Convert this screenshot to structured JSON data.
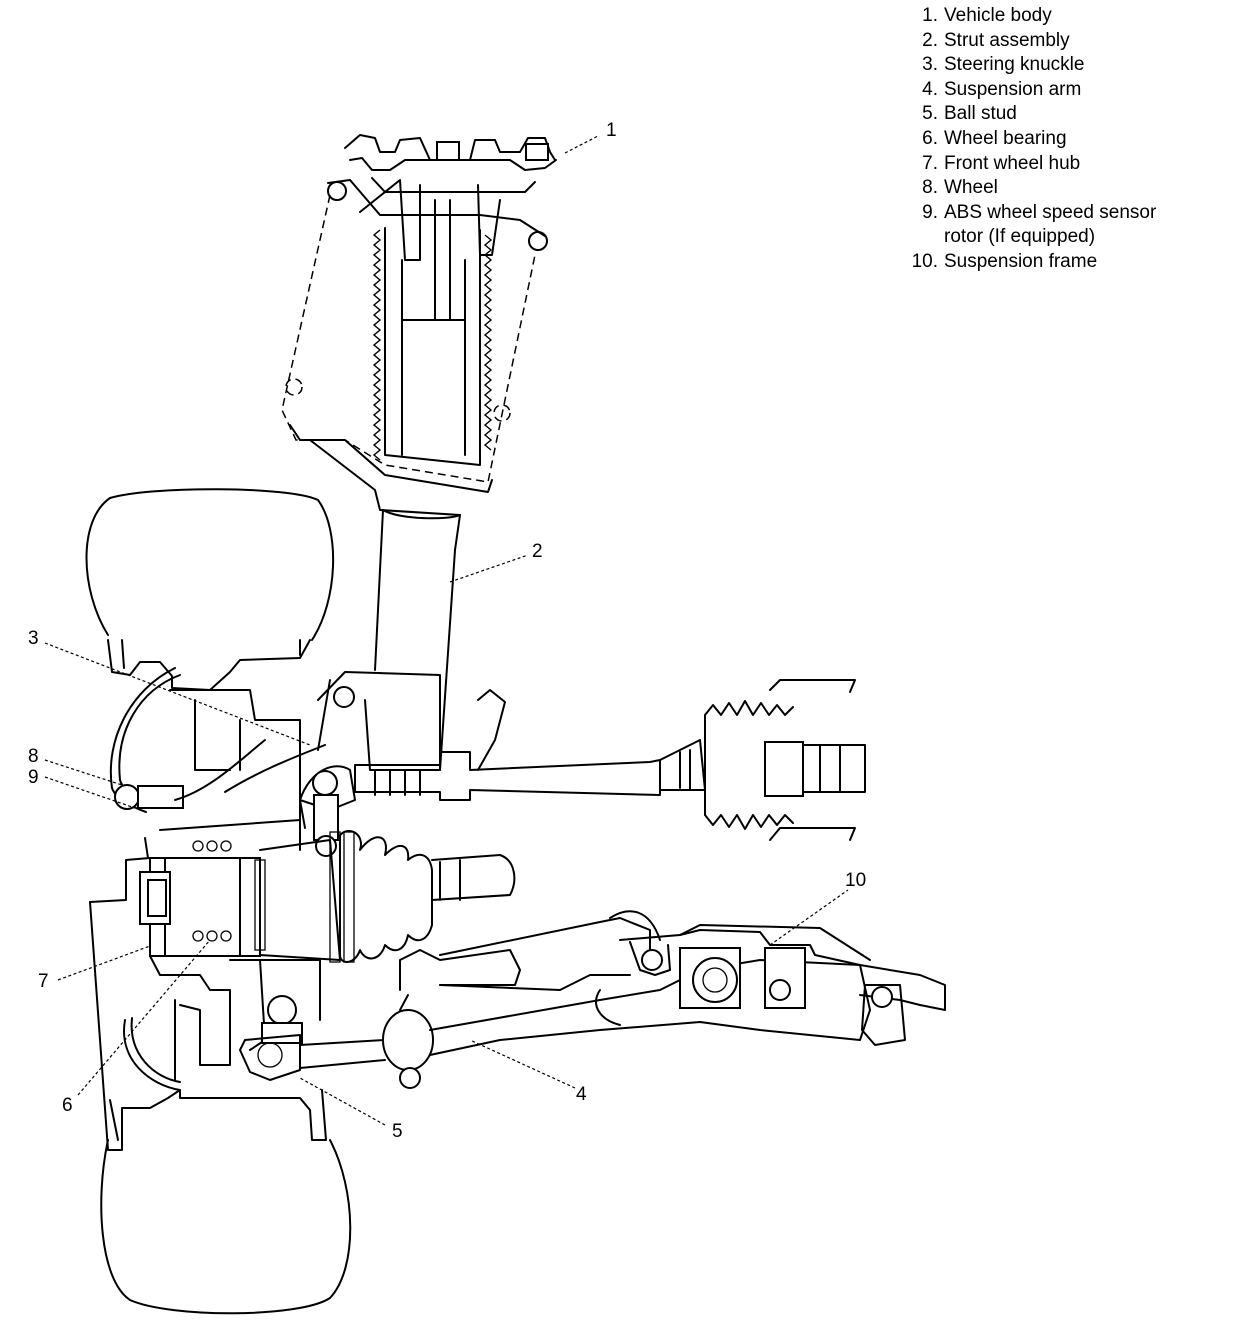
{
  "legend": [
    {
      "num": "1.",
      "label": "Vehicle body"
    },
    {
      "num": "2.",
      "label": "Strut assembly"
    },
    {
      "num": "3.",
      "label": "Steering knuckle"
    },
    {
      "num": "4.",
      "label": "Suspension arm"
    },
    {
      "num": "5.",
      "label": "Ball stud"
    },
    {
      "num": "6.",
      "label": "Wheel bearing"
    },
    {
      "num": "7.",
      "label": "Front wheel hub"
    },
    {
      "num": "8.",
      "label": "Wheel"
    },
    {
      "num": "9.",
      "label": "ABS wheel speed sensor"
    },
    {
      "num": "",
      "label": "rotor (If equipped)"
    },
    {
      "num": "10.",
      "label": "Suspension frame"
    }
  ],
  "callouts": {
    "c1": "1",
    "c2": "2",
    "c3": "3",
    "c4": "4",
    "c5": "5",
    "c6": "6",
    "c7": "7",
    "c8": "8",
    "c9": "9",
    "c10": "10"
  }
}
